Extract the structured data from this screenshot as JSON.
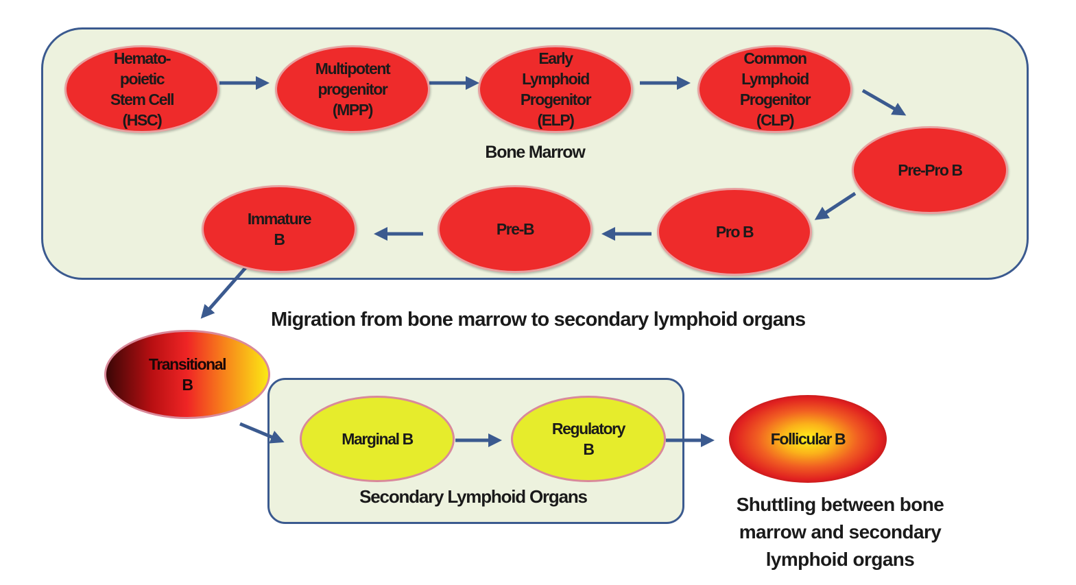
{
  "regions": {
    "bone_marrow": "Bone Marrow",
    "secondary": "Secondary Lymphoid Organs"
  },
  "nodes": {
    "hsc": "Hemato-\npoietic\nStem Cell\n(HSC)",
    "mpp": "Multipotent\nprogenitor\n(MPP)",
    "elp": "Early\nLymphoid\nProgenitor\n(ELP)",
    "clp": "Common\nLymphoid\nProgenitor\n(CLP)",
    "pre_pro_b": "Pre-Pro B",
    "pro_b": "Pro B",
    "pre_b": "Pre-B",
    "immature_b": "Immature\nB",
    "transitional_b": "Transitional\nB",
    "marginal_b": "Marginal B",
    "regulatory_b": "Regulatory\nB",
    "follicular_b": "Follicular B"
  },
  "annotations": {
    "migration": "Migration from bone marrow to secondary lymphoid organs",
    "shuttling": "Shuttling between bone\nmarrow and secondary\nlymphoid organs"
  },
  "colors": {
    "region_fill": "#edf2de",
    "region_border": "#3b5a8f",
    "progenitor_fill": "#ee2b2b",
    "peripheral_fill": "#e6ec2c",
    "arrow": "#3b5a8f"
  }
}
